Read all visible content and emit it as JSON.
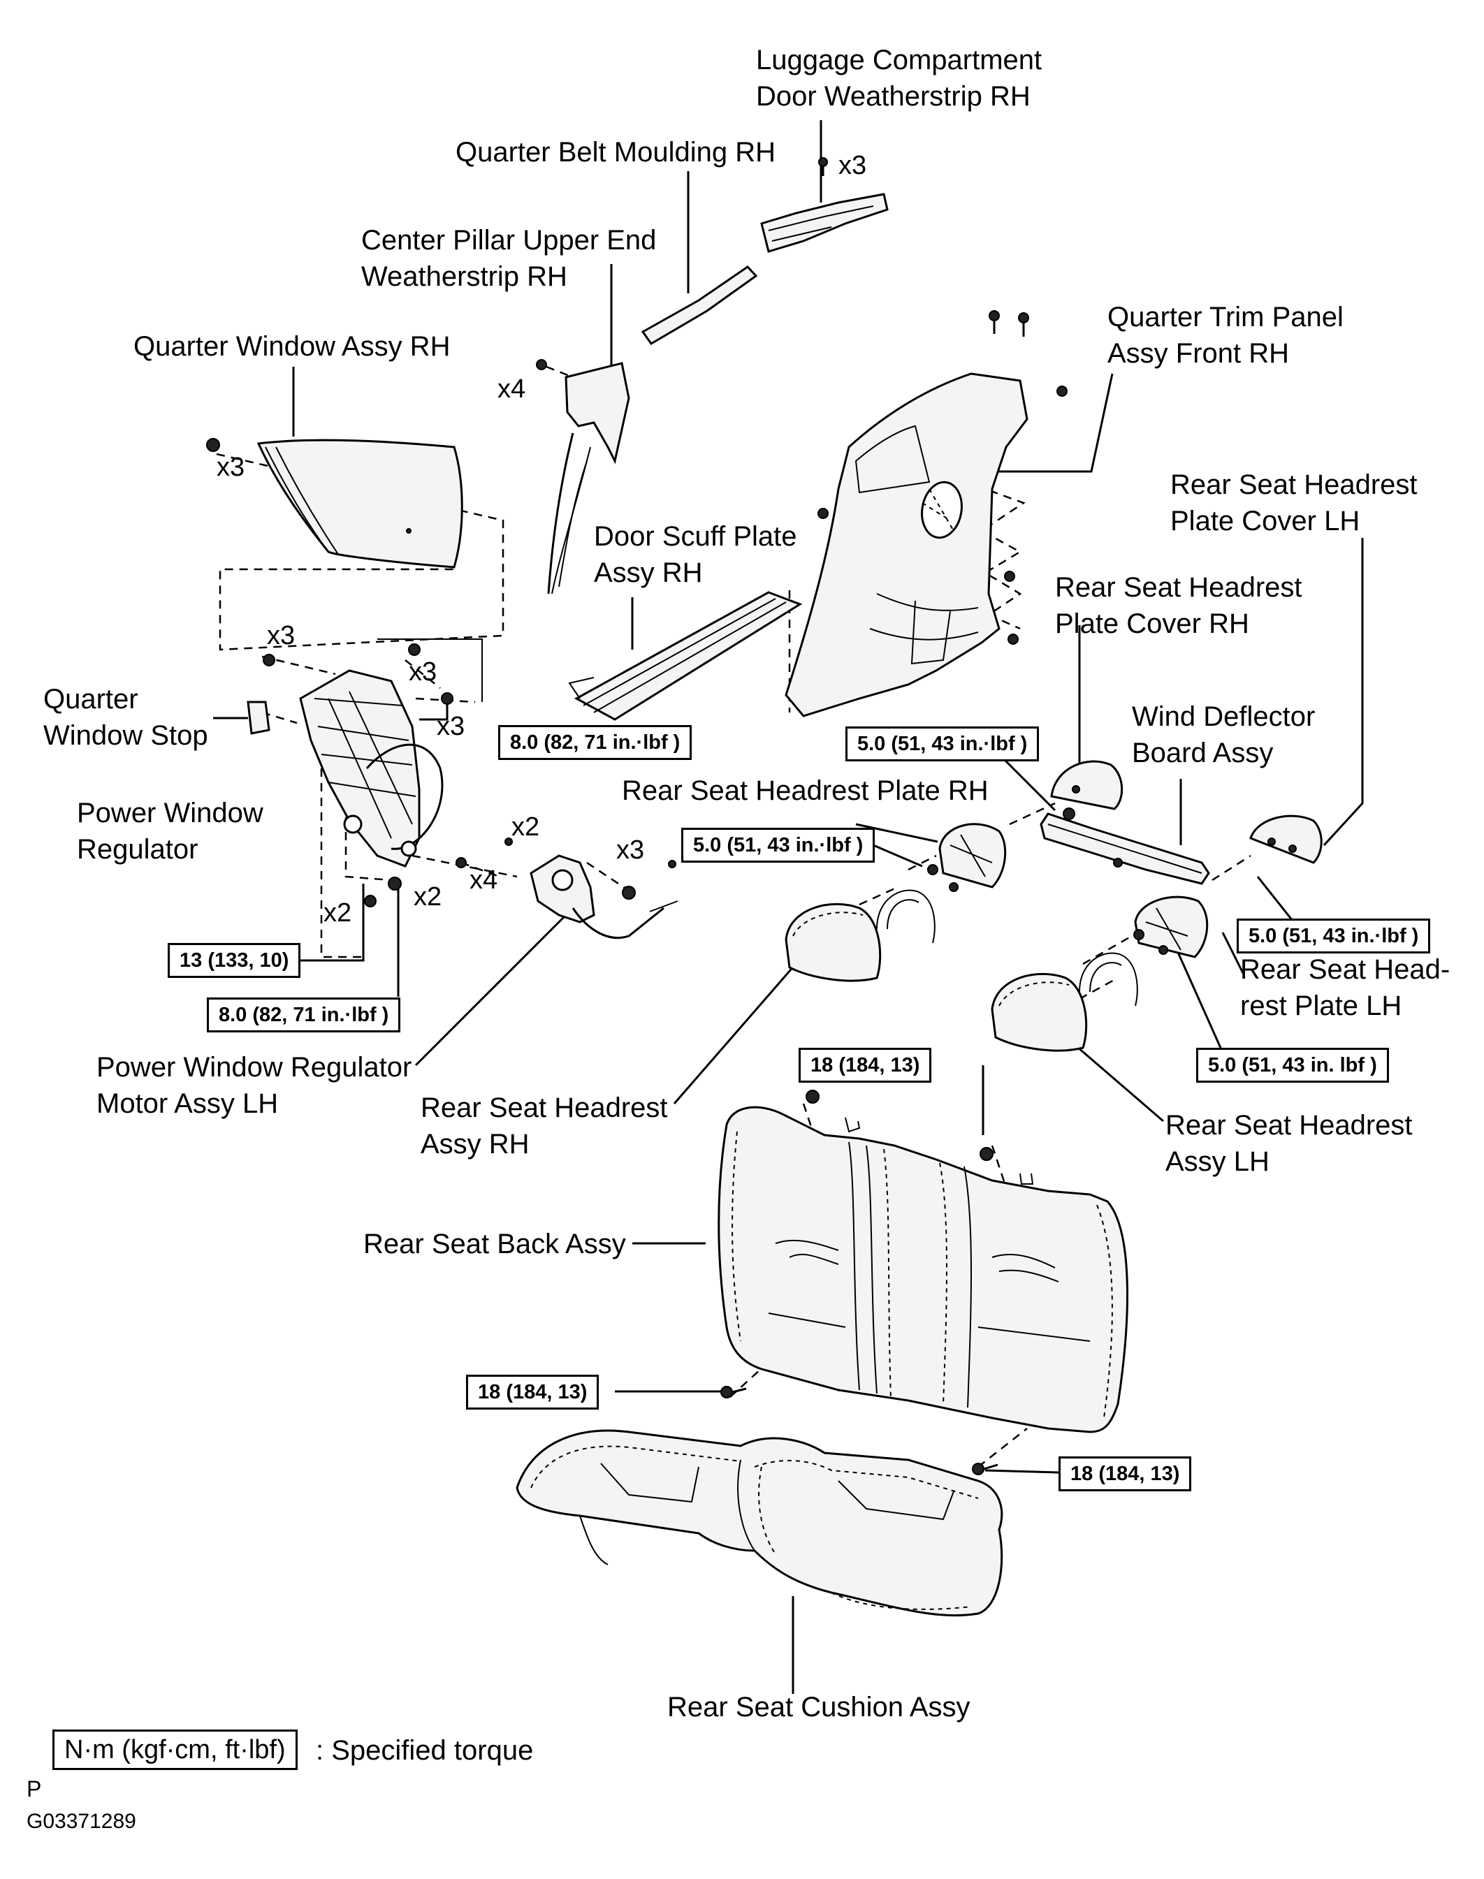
{
  "labels": {
    "luggage_weatherstrip": [
      "Luggage Compartment",
      "Door Weatherstrip RH"
    ],
    "quarter_belt_moulding": [
      "Quarter Belt Moulding RH"
    ],
    "center_pillar_weatherstrip": [
      "Center Pillar Upper End",
      "Weatherstrip RH"
    ],
    "quarter_window_assy": [
      "Quarter Window Assy RH"
    ],
    "quarter_trim_panel": [
      "Quarter Trim Panel",
      "Assy Front RH"
    ],
    "headrest_cover_lh": [
      "Rear  Seat  Headrest",
      "Plate Cover LH"
    ],
    "door_scuff_plate": [
      "Door  Scuff  Plate",
      "Assy RH"
    ],
    "headrest_cover_rh": [
      "Rear  Seat  Headrest",
      "Plate Cover RH"
    ],
    "wind_deflector": [
      "Wind   Deflector",
      "Board Assy"
    ],
    "quarter_window_stop": [
      "Quarter",
      "Window Stop"
    ],
    "power_window_regulator": [
      "Power   Window",
      "Regulator"
    ],
    "headrest_plate_rh": [
      "Rear Seat Headrest Plate RH"
    ],
    "headrest_plate_lh": [
      "Rear Seat Head-",
      "rest Plate LH"
    ],
    "regulator_motor": [
      "Power  Window  Regulator",
      "Motor Assy LH"
    ],
    "headrest_assy_rh": [
      "Rear   Seat   Headrest",
      "Assy RH"
    ],
    "headrest_assy_lh": [
      "Rear   Seat   Headrest",
      "Assy LH"
    ],
    "seat_back": [
      "Rear Seat Back Assy"
    ],
    "seat_cushion": [
      "Rear Seat Cushion Assy"
    ]
  },
  "quantities": {
    "q_luggage": "x3",
    "q_pillar": "x4",
    "q_window": "x3",
    "q_reg_top_left": "x3",
    "q_reg_top_mid": "x3",
    "q_reg_top_right": "x3",
    "q_motor_top": "x2",
    "q_motor_right": "x3",
    "q_motor_mid": "x4",
    "q_reg_bottom_mid": "x2",
    "q_reg_bottom_left": "x2"
  },
  "torques": {
    "t_reg_top": "8.0 (82, 71 in.·lbf )",
    "t_trim": "5.0 (51, 43 in.·lbf )",
    "t_motor": "5.0 (51, 43 in.·lbf )",
    "t_cover_lh": "5.0 (51, 43 in.·lbf )",
    "t_reg_13": "13 (133, 10)",
    "t_reg_bottom": "8.0 (82, 71 in.·lbf )",
    "t_plate_lh": "5.0 (51, 43 in. lbf )",
    "t_seatback_top": "18 (184, 13)",
    "t_seat_left": "18 (184, 13)",
    "t_seat_right": "18 (184, 13)"
  },
  "legend": {
    "unit_box": "N·m (kgf·cm, ft·lbf)",
    "text": ": Specified torque"
  },
  "footer": {
    "mark": "P",
    "code": "G03371289"
  }
}
